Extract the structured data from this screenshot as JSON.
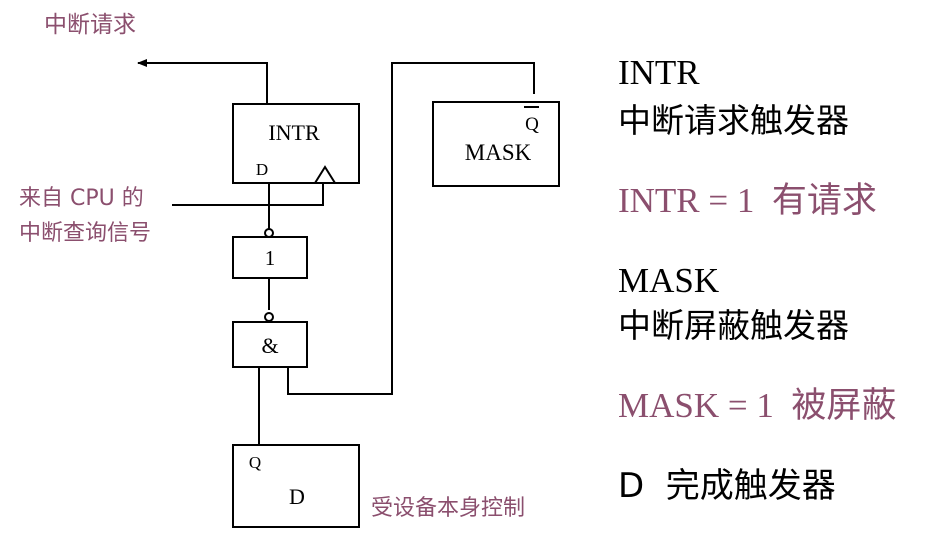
{
  "diagram": {
    "labels": {
      "interrupt_request": "中断请求",
      "cpu_query_line1": "来自 CPU 的",
      "cpu_query_line2": "中断查询信号",
      "device_control": "受设备本身控制"
    },
    "blocks": {
      "intr": {
        "name": "INTR",
        "pin_d": "D"
      },
      "mask": {
        "name": "MASK",
        "pin_q": "Q"
      },
      "not_gate": {
        "symbol": "1"
      },
      "and_gate": {
        "symbol": "&"
      },
      "done": {
        "name": "D",
        "pin_q": "Q"
      }
    }
  },
  "legend": {
    "intr_title": "INTR",
    "intr_desc": "中断请求触发器",
    "intr_value": "INTR = 1  有请求",
    "mask_title": "MASK",
    "mask_desc": "中断屏蔽触发器",
    "mask_value": "MASK = 1  被屏蔽",
    "done_line": "D  完成触发器"
  },
  "colors": {
    "accent": "#8B4F6E",
    "line": "#000000",
    "text": "#000000"
  }
}
